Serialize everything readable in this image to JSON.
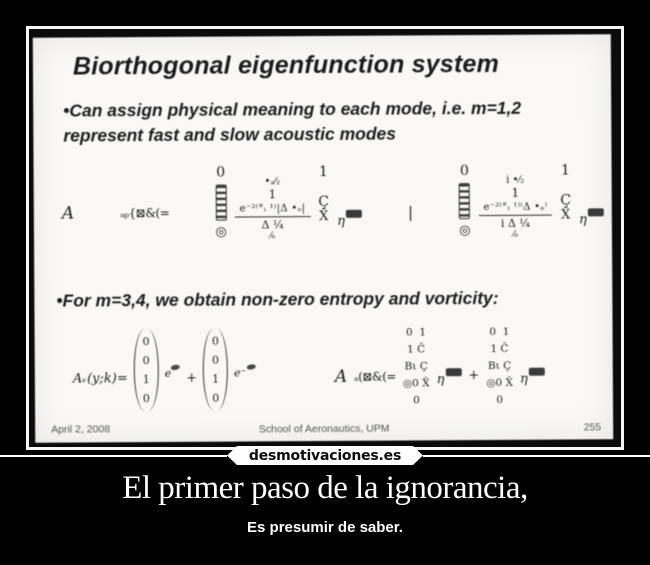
{
  "colors": {
    "page_bg": "#000000",
    "frame": "#f6f6f6",
    "scan_border": "#0b0b0b",
    "slide_bg": "#faf9f7",
    "ink": "#1c1c1c",
    "footer_ink": "#555555",
    "ribbon_bg": "#ffffff",
    "ribbon_text": "#0d0d0d",
    "caption": "#ffffff"
  },
  "slide": {
    "title": "Biorthogonal eigenfunction system",
    "bullet1": "•Can assign physical meaning to each mode, i.e. m=1,2 represent fast and slow acoustic modes",
    "bullet2": "•For m=3,4, we obtain non-zero entropy and vorticity:",
    "footer": {
      "date": "April 2, 2008",
      "school": "School of Aeronautics, UPM",
      "page_number": "255"
    },
    "eq_top": {
      "lhs_main": "A",
      "lhs_script": "ₐₚ{⊠&(=",
      "sep": "|",
      "g1": {
        "top_digit": "0",
        "col_bottom": "◎",
        "dot_frac": "•ₐ⁄₂",
        "one": "1",
        "num": "e⁻²⁽°ᵢ ¹⁾|Δ •ₒ|",
        "den1": "Δ ¼",
        "den2": "⁄₆",
        "c_top": "1",
        "c_mid": "Ç",
        "c_bot": "X̂",
        "tail": "η"
      },
      "g2": {
        "top_digit": "0",
        "col_bottom": "◎",
        "dot_frac": "i •⁄₂",
        "one": "1",
        "num": "e⁻²⁽°ᵢ ¹⁾⁽Δ •ₐ⁾",
        "den1": "i Δ ¼",
        "den2": "⁄₆",
        "c_top": "1",
        "c_mid": "Ç",
        "c_bot": "X̂",
        "tail": "η"
      }
    },
    "eq_bottom_left": {
      "lhs": "Aᵥ(y;k)=",
      "vec1": [
        "0",
        "0",
        "1",
        "0"
      ],
      "exp1": "e",
      "plus": "+",
      "vec2": [
        "0",
        "0",
        "1",
        "0"
      ],
      "exp2": "e⁻"
    },
    "eq_bottom_right": {
      "lhs_main": "A",
      "lhs_script": "ₐ(⊠&(=",
      "stack_rows": [
        "0  1",
        "1 Ĉ",
        "Bι Ç",
        "◎0 X̂",
        "0"
      ],
      "plus": "+",
      "tail": "η"
    }
  },
  "watermark": {
    "site": "desmotivaciones.es"
  },
  "caption": {
    "title": "El primer paso de la ignorancia,",
    "subtitle": "Es presumir de saber."
  }
}
